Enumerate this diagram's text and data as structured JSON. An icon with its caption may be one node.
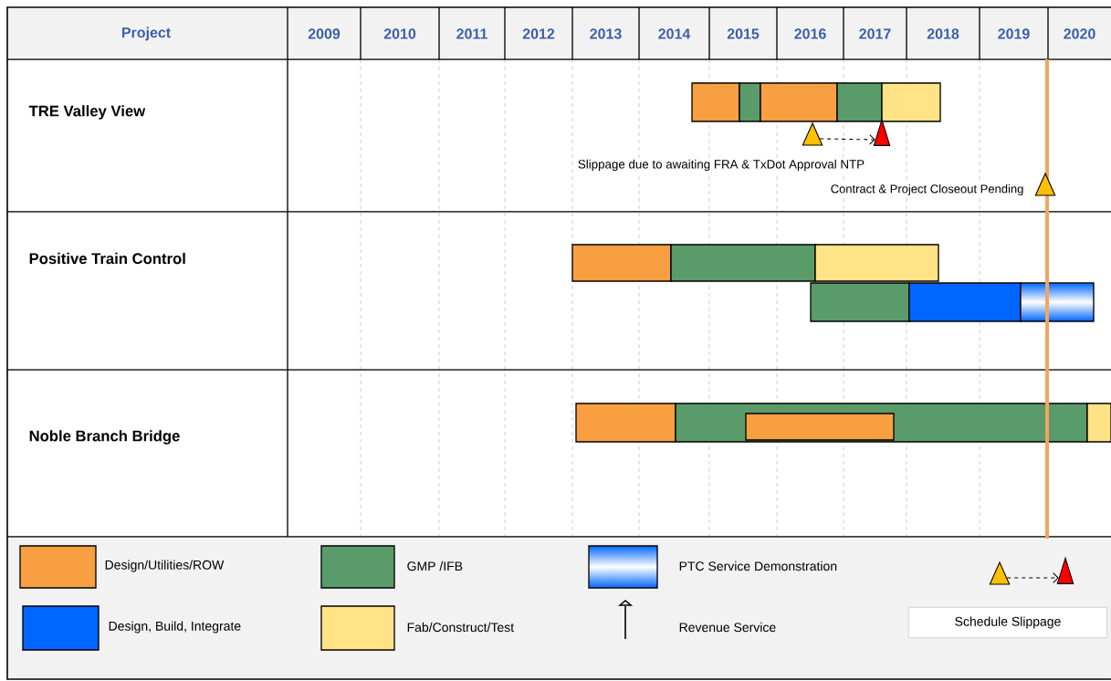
{
  "diagram": {
    "nodes": [
      {
        "text": [],
        "shape": "triangle"
      },
      {
        "text": [],
        "shape": "triangle"
      },
      {
        "text": [],
        "shape": "triangle",
        "beside": [
          "Contract & Project Closeout Pending"
        ]
      },
      {
        "text": [],
        "shape": "triangle"
      },
      {
        "text": [],
        "shape": "triangle"
      },
      {
        "text": [
          "Schedule Slippage"
        ]
      }
    ],
    "edges": [
      {
        "from": 0,
        "to": 1,
        "arrow": "to",
        "style": "dashed"
      },
      {
        "from": 3,
        "to": 4,
        "arrow": "to",
        "style": "dashed"
      }
    ],
    "labels": [
      "Project",
      "2009",
      "2010",
      "2011",
      "2012",
      "2013",
      "2014",
      "2015",
      "2016",
      "2017",
      "2018",
      "2019",
      "2020",
      "TRE Valley View",
      "Positive Train Control",
      "Noble Branch Bridge",
      "Slippage due to awaiting FRA & TxDot Approval NTP"
    ],
    "legend": [
      {
        "text": "Design/Utilities/ROW",
        "color": "#f79f41"
      },
      {
        "text": "GMP /IFB",
        "color": "#5a9b6a"
      },
      {
        "text": "PTC Service Demonstration"
      },
      {
        "text": "Design, Build, Integrate",
        "color": "#0066ff"
      },
      {
        "text": "Fab/Construct/Test",
        "color": "#ffe386"
      },
      {
        "text": "Revenue Service"
      }
    ]
  }
}
